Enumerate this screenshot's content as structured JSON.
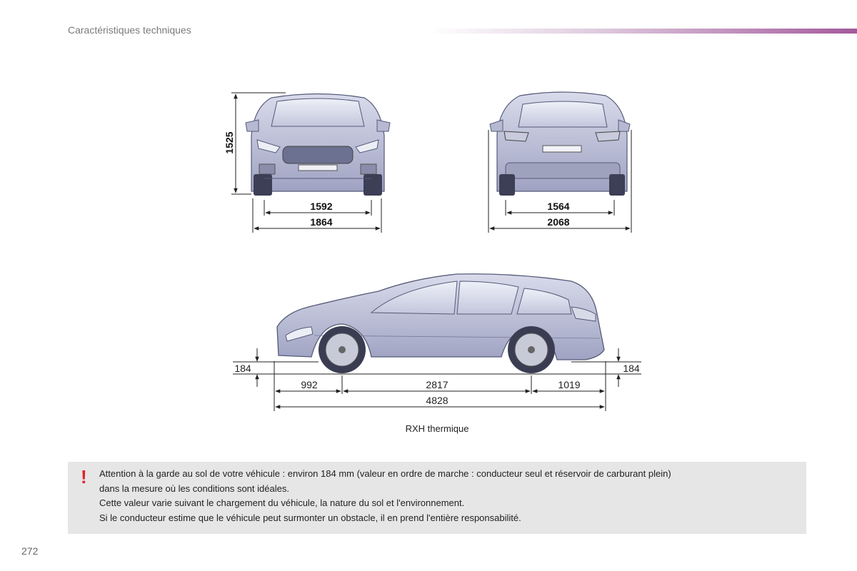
{
  "header": {
    "section_title": "Caractéristiques techniques",
    "accent_color": "#a45a9c"
  },
  "dimensions": {
    "height": "1525",
    "front_track": "1592",
    "front_width": "1864",
    "rear_track": "1564",
    "rear_width_mirrors": "2068",
    "ground_clearance_front": "184",
    "ground_clearance_rear": "184",
    "front_overhang": "992",
    "wheelbase": "2817",
    "rear_overhang": "1019",
    "length": "4828"
  },
  "caption": "RXH thermique",
  "warning": {
    "icon": "exclamation-icon",
    "lines": [
      "Attention à la garde au sol de votre véhicule : environ 184 mm (valeur en ordre de marche : conducteur seul et réservoir de carburant plein)",
      "dans la mesure où les conditions sont idéales.",
      "Cette valeur varie suivant le chargement du véhicule, la nature du sol et l'environnement.",
      "Si le conducteur estime que le véhicule peut surmonter un obstacle, il en prend l'entière responsabilité."
    ]
  },
  "page_number": "272"
}
